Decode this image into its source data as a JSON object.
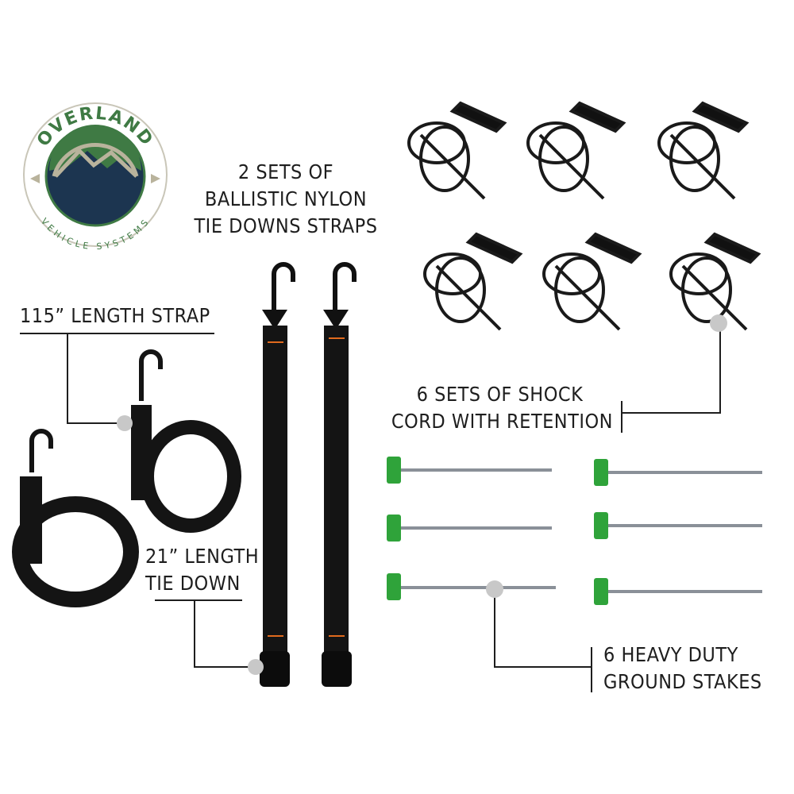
{
  "logo": {
    "top_text": "OVERLAND",
    "bottom_text": "VEHICLE SYSTEMS",
    "colors": {
      "green": "#3f7a44",
      "navy": "#1c3550",
      "tan": "#b9b39c"
    }
  },
  "labels": {
    "straps_heading": [
      "2 SETS OF",
      "BALLISTIC NYLON",
      "TIE DOWNS STRAPS"
    ],
    "long_strap": "115” LENGTH STRAP",
    "short_strap": [
      "21” LENGTH",
      "TIE DOWN"
    ],
    "shock_cord": [
      "6 SETS OF SHOCK",
      "CORD WITH RETENTION"
    ],
    "stakes": [
      "6 HEAVY DUTY",
      "GROUND STAKES"
    ]
  },
  "colors": {
    "strap": "#141414",
    "stitch": "#e06a1e",
    "stake_head": "#2fa33a",
    "stake_shaft": "#8a9098",
    "callout_dot": "#c8c8c8"
  }
}
